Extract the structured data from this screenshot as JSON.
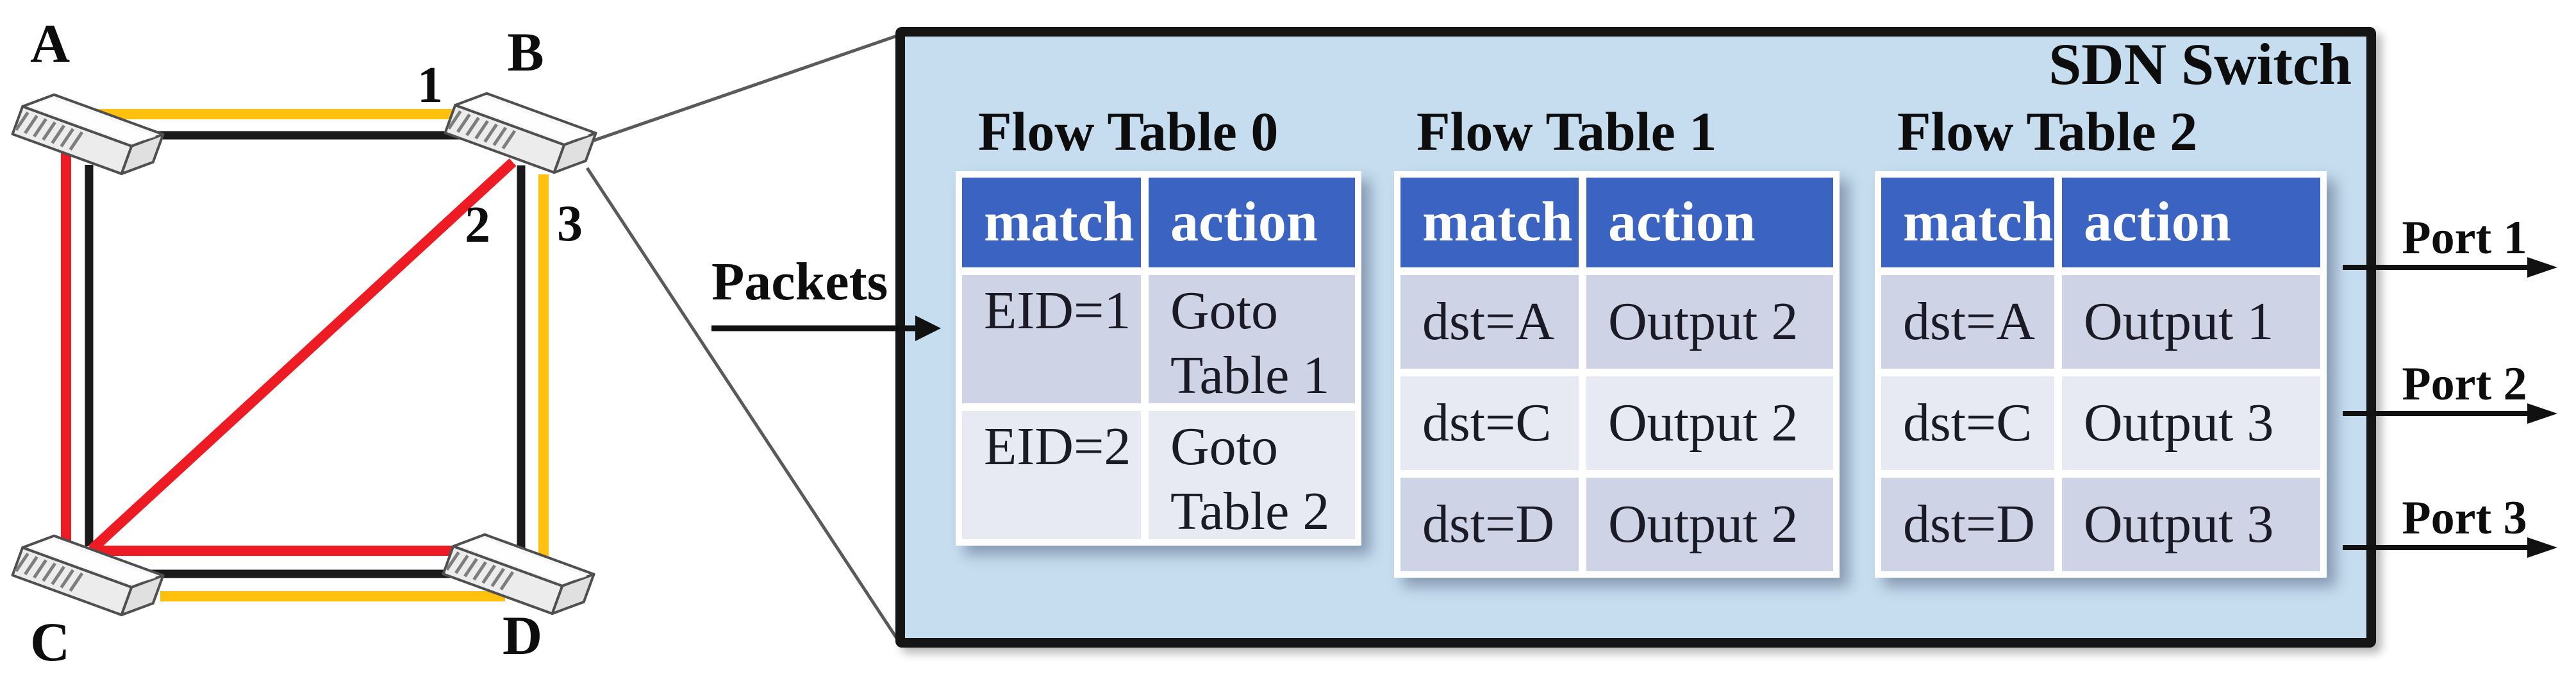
{
  "topology": {
    "nodes": [
      {
        "id": "A",
        "label": "A"
      },
      {
        "id": "B",
        "label": "B"
      },
      {
        "id": "C",
        "label": "C"
      },
      {
        "id": "D",
        "label": "D"
      }
    ],
    "port_numbers": [
      {
        "label": "1"
      },
      {
        "label": "2"
      },
      {
        "label": "3"
      }
    ],
    "links": [
      {
        "from": "A",
        "to": "B",
        "colors": [
          "yellow",
          "black"
        ]
      },
      {
        "from": "A",
        "to": "C",
        "colors": [
          "red",
          "black"
        ]
      },
      {
        "from": "B",
        "to": "D",
        "colors": [
          "black",
          "yellow"
        ]
      },
      {
        "from": "C",
        "to": "D",
        "colors": [
          "red",
          "black",
          "yellow"
        ]
      },
      {
        "from": "B",
        "to": "C",
        "colors": [
          "red"
        ]
      }
    ],
    "link_palette": {
      "yellow": "#FFC10E",
      "red": "#ED1C24",
      "black": "#1A1A1A"
    }
  },
  "packets": {
    "label": "Packets"
  },
  "sdn_switch": {
    "title": "SDN Switch",
    "background_color": "#C5DDEF",
    "header_color": "#3B63C1",
    "row_colors": [
      "#CFD3E6",
      "#E7E9F3"
    ],
    "flow_tables": [
      {
        "title": "Flow Table 0",
        "headers": [
          "match",
          "action"
        ],
        "rows": [
          {
            "match": "EID=1",
            "action": "Goto Table 1"
          },
          {
            "match": "EID=2",
            "action": "Goto Table 2"
          }
        ]
      },
      {
        "title": "Flow Table 1",
        "headers": [
          "match",
          "action"
        ],
        "rows": [
          {
            "match": "dst=A",
            "action": "Output 2"
          },
          {
            "match": "dst=C",
            "action": "Output 2"
          },
          {
            "match": "dst=D",
            "action": "Output 2"
          }
        ]
      },
      {
        "title": "Flow Table 2",
        "headers": [
          "match",
          "action"
        ],
        "rows": [
          {
            "match": "dst=A",
            "action": "Output 1"
          },
          {
            "match": "dst=C",
            "action": "Output 3"
          },
          {
            "match": "dst=D",
            "action": "Output 3"
          }
        ]
      }
    ],
    "ports": [
      {
        "label": "Port 1"
      },
      {
        "label": "Port 2"
      },
      {
        "label": "Port 3"
      }
    ]
  }
}
